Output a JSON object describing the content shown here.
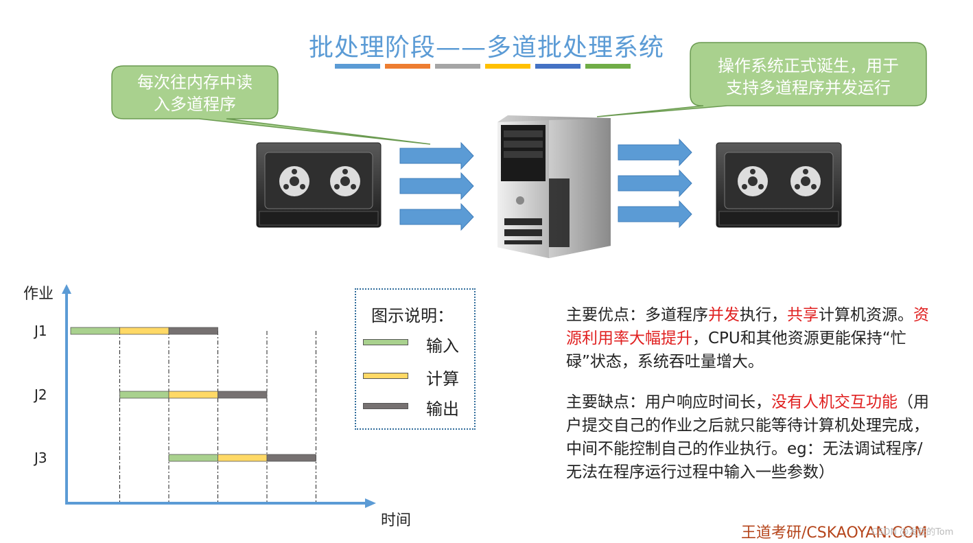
{
  "title": "批处理阶段——多道批处理系统",
  "title_bar_colors": [
    "#5b9bd5",
    "#ed7d31",
    "#a5a5a5",
    "#ffc000",
    "#4472c4",
    "#70ad47"
  ],
  "callout_left": {
    "line1": "每次往内存中读",
    "line2": "入多道程序"
  },
  "callout_right": {
    "line1": "操作系统正式诞生，用于",
    "line2": "支持多道程序并发运行"
  },
  "icons": {
    "input_device": "tape-drive-icon",
    "computer": "server-tower-icon",
    "output_device": "tape-drive-icon",
    "arrows": "right-arrow-icon"
  },
  "chart": {
    "y_label": "作业",
    "x_label": "时间",
    "jobs": [
      "J1",
      "J2",
      "J3"
    ],
    "legend_title": "图示说明：",
    "legend": [
      {
        "label": "输入",
        "color": "#a9d18e"
      },
      {
        "label": "计算",
        "color": "#ffd966"
      },
      {
        "label": "输出",
        "color": "#767171"
      }
    ]
  },
  "chart_data": {
    "type": "gantt",
    "title": "",
    "xlabel": "时间",
    "ylabel": "作业",
    "series": [
      {
        "name": "J1",
        "segments": [
          {
            "phase": "输入",
            "start": 0,
            "end": 1
          },
          {
            "phase": "计算",
            "start": 1,
            "end": 2
          },
          {
            "phase": "输出",
            "start": 2,
            "end": 3
          }
        ]
      },
      {
        "name": "J2",
        "segments": [
          {
            "phase": "输入",
            "start": 1,
            "end": 2
          },
          {
            "phase": "计算",
            "start": 2,
            "end": 3
          },
          {
            "phase": "输出",
            "start": 3,
            "end": 4
          }
        ]
      },
      {
        "name": "J3",
        "segments": [
          {
            "phase": "输入",
            "start": 2,
            "end": 3
          },
          {
            "phase": "计算",
            "start": 3,
            "end": 4
          },
          {
            "phase": "输出",
            "start": 4,
            "end": 5
          }
        ]
      }
    ]
  },
  "advantages": {
    "p1": "主要优点：多道程序",
    "r1": "并发",
    "p2": "执行，",
    "r2": "共享",
    "p3": "计算机资源。",
    "r3": "资源利用率大幅提升",
    "p4": "，CPU和其他资源更能保持“忙碌”状态，系统吞吐量增大。"
  },
  "disadvantages": {
    "p1": "主要缺点：用户响应时间长，",
    "r1": "没有人机交互功能",
    "p2": "（用户提交自己的作业之后就只能等待计算机处理完成，中间不能控制自己的作业执行。eg：无法调试程序/无法在程序运行过程中输入一些参数）"
  },
  "brand": "王道考研/CSKAOYAN.COM",
  "watermark": "CSDN @发狂的Tom"
}
